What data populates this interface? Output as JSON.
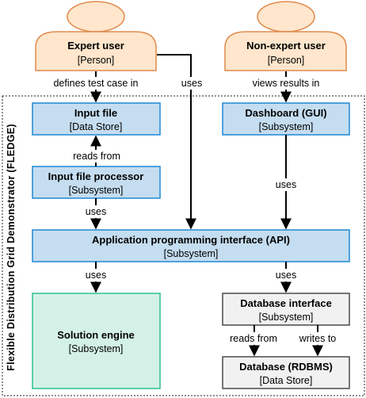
{
  "boundary": {
    "title": "Flexible Distribution Grid Demonstrator (FLEDGE)"
  },
  "persons": [
    {
      "id": "expert",
      "name": "Expert user",
      "type": "[Person]"
    },
    {
      "id": "nonexpert",
      "name": "Non-expert user",
      "type": "[Person]"
    }
  ],
  "boxes": [
    {
      "id": "input-file",
      "name": "Input file",
      "type": "[Data Store]"
    },
    {
      "id": "dashboard",
      "name": "Dashboard (GUI)",
      "type": "[Subsystem]"
    },
    {
      "id": "input-file-processor",
      "name": "Input file processor",
      "type": "[Subsystem]"
    },
    {
      "id": "api",
      "name": "Application programming interface (API)",
      "type": "[Subsystem]"
    },
    {
      "id": "solution-engine",
      "name": "Solution engine",
      "type": "[Subsystem]"
    },
    {
      "id": "database-interface",
      "name": "Database interface",
      "type": "[Subsystem]"
    },
    {
      "id": "database",
      "name": "Database (RDBMS)",
      "type": "[Data Store]"
    }
  ],
  "edges": [
    {
      "id": "expert-input",
      "label": "defines test case in"
    },
    {
      "id": "expert-api",
      "label": "uses"
    },
    {
      "id": "nonexpert-dashboard",
      "label": "views results in"
    },
    {
      "id": "processor-input",
      "label": "reads from"
    },
    {
      "id": "dashboard-api",
      "label": "uses"
    },
    {
      "id": "processor-api",
      "label": "uses"
    },
    {
      "id": "api-solution",
      "label": "uses"
    },
    {
      "id": "api-dbinterface",
      "label": "uses"
    },
    {
      "id": "dbinterface-db-read",
      "label": "reads from"
    },
    {
      "id": "dbinterface-db-write",
      "label": "writes to"
    }
  ],
  "colors": {
    "person_fill": "#ffe6cc",
    "person_stroke": "#e08a4c",
    "subsystem_fill": "#c5ddf0",
    "subsystem_stroke": "#1e88d6",
    "engine_fill": "#d4f1e7",
    "engine_stroke": "#2fbf8f",
    "db_fill": "#f1f1f1",
    "db_stroke": "#4a4a4a"
  }
}
